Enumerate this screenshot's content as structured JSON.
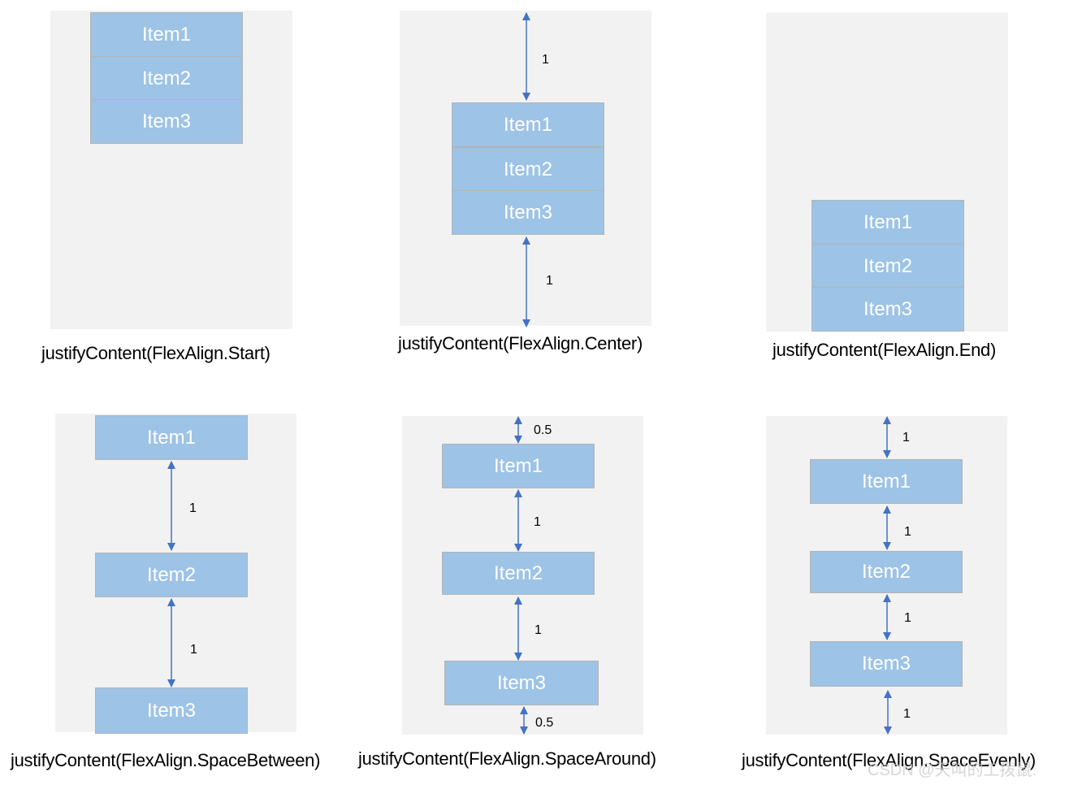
{
  "item_labels": [
    "Item1",
    "Item2",
    "Item3"
  ],
  "diagrams": {
    "start": {
      "caption": "justifyContent(FlexAlign.Start)"
    },
    "center": {
      "caption": "justifyContent(FlexAlign.Center)",
      "gap_labels": [
        "1",
        "1"
      ]
    },
    "end": {
      "caption": "justifyContent(FlexAlign.End)"
    },
    "space_between": {
      "caption": "justifyContent(FlexAlign.SpaceBetween)",
      "gap_labels": [
        "1",
        "1"
      ]
    },
    "space_around": {
      "caption": "justifyContent(FlexAlign.SpaceAround)",
      "gap_labels": [
        "0.5",
        "1",
        "1",
        "0.5"
      ]
    },
    "space_evenly": {
      "caption": "justifyContent(FlexAlign.SpaceEvenly)",
      "gap_labels": [
        "1",
        "1",
        "1",
        "1"
      ]
    }
  },
  "watermark": "CSDN @天叫的工拨鼠.",
  "colors": {
    "item_fill": "#9dc3e6",
    "panel": "#f2f2f2",
    "arrow": "#4472c4",
    "item_border": "#b4b4b4"
  }
}
